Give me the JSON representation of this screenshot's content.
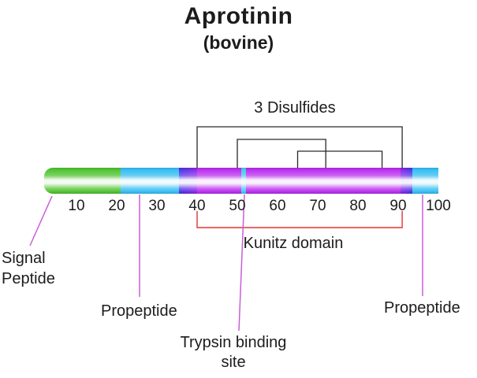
{
  "title": "Aprotinin",
  "subtitle": "(bovine)",
  "disulfides": {
    "label": "3 Disulfides",
    "pairs": [
      [
        40,
        91
      ],
      [
        50,
        72
      ],
      [
        65,
        86
      ]
    ]
  },
  "axis": {
    "ticks": [
      "10",
      "20",
      "30",
      "40",
      "50",
      "60",
      "70",
      "80",
      "90",
      "100"
    ]
  },
  "bar": {
    "segments": [
      {
        "name": "signal-peptide-segment",
        "start": 2,
        "end": 21,
        "color": "#4fc331"
      },
      {
        "name": "propeptide-n-segment",
        "start": 21,
        "end": 35.5,
        "color": "#35bdf2"
      },
      {
        "name": "junction-n-segment",
        "start": 35.5,
        "end": 40,
        "color": "#4638e6",
        "color2": "#8c2ae8"
      },
      {
        "name": "kunitz-domain-segment-left",
        "start": 40,
        "end": 51,
        "color": "#ba2eee"
      },
      {
        "name": "trypsin-binding-site-segment",
        "start": 51,
        "end": 52.2,
        "color": "#45c8f0"
      },
      {
        "name": "kunitz-domain-segment-right",
        "start": 52.2,
        "end": 90.5,
        "color": "#ba2eee"
      },
      {
        "name": "junction-c-segment",
        "start": 90.5,
        "end": 93.5,
        "color": "#8c2ae8",
        "color2": "#4638e6"
      },
      {
        "name": "propeptide-c-segment",
        "start": 93.5,
        "end": 100,
        "color": "#35bdf2"
      }
    ]
  },
  "kunitz": {
    "label": "Kunitz domain",
    "start": 40,
    "end": 91
  },
  "labels": {
    "signal_peptide": {
      "line1": "Signal",
      "line2": "Peptide"
    },
    "propeptide_left": "Propeptide",
    "propeptide_right": "Propeptide",
    "trypsin": {
      "line1": "Trypsin binding",
      "line2": "site"
    }
  },
  "colors": {
    "text": "#1c1c1c",
    "disulfide_line": "#2a2a2a",
    "kunitz_bracket": "#e23333",
    "leader_line": "#c95fd8"
  }
}
